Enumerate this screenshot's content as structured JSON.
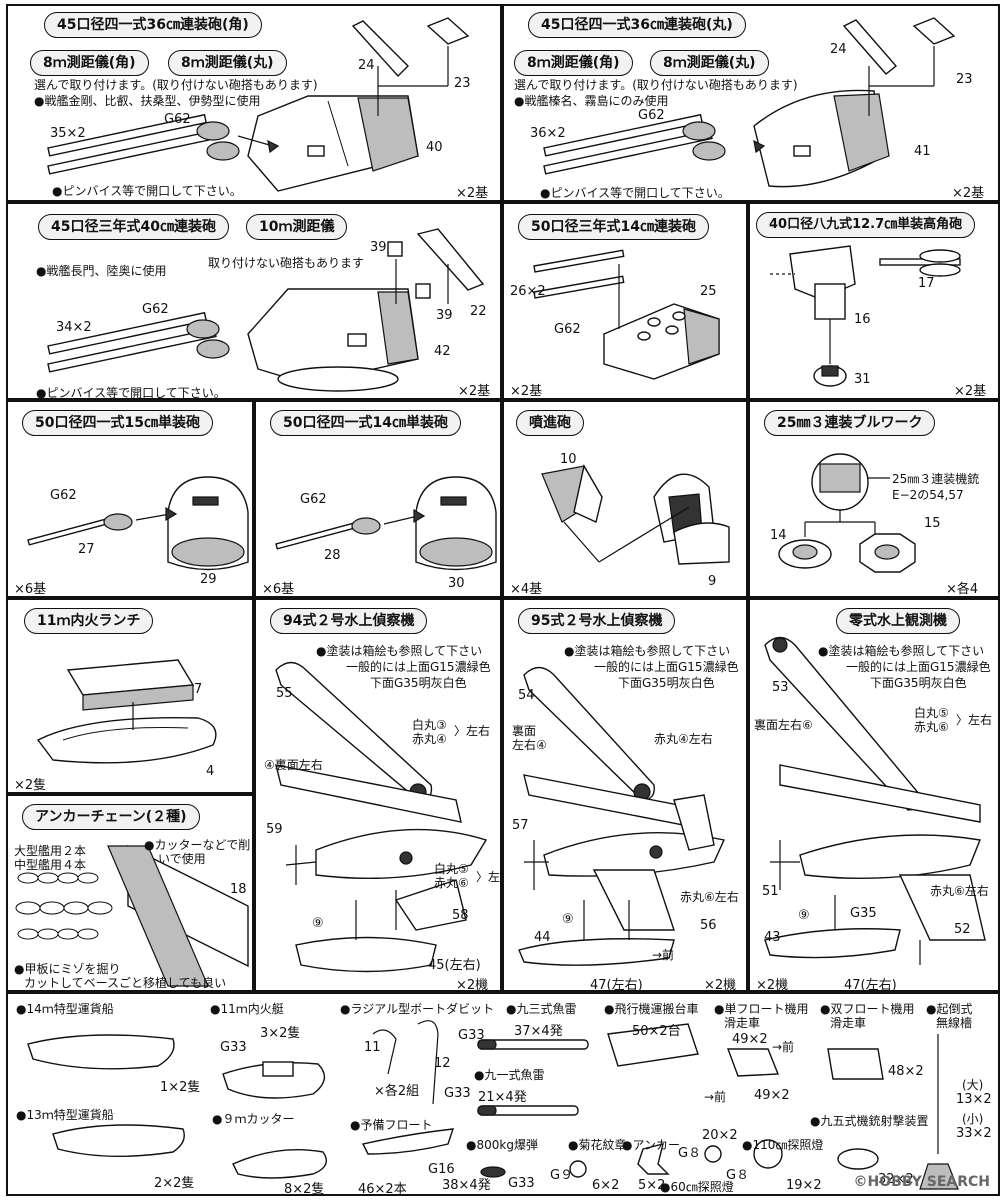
{
  "sections": {
    "s1": {
      "title": "45口径四一式36㎝連装砲(角)",
      "pill_a": "8ｍ測距儀(角)",
      "pill_b": "8ｍ測距儀(丸)",
      "note1": "選んで取り付けます。(取り付けない砲搭もあります)",
      "note2": "●戦艦金剛、比叡、扶桑型、伊勢型に使用",
      "n24": "24",
      "n23": "23",
      "g62": "G62",
      "n35": "35×2",
      "n40": "40",
      "pin": "●ピンバイス等で開口して下さい。",
      "qty": "×2基"
    },
    "s2": {
      "title": "45口径四一式36㎝連装砲(丸)",
      "pill_a": "8ｍ測距儀(角)",
      "pill_b": "8ｍ測距儀(丸)",
      "note1": "選んで取り付けます。(取り付けない砲搭もあります)",
      "note2": "●戦艦榛名、霧島にのみ使用",
      "n24": "24",
      "n23": "23",
      "g62": "G62",
      "n36": "36×2",
      "n41": "41",
      "pin": "●ピンバイス等で開口して下さい。",
      "qty": "×2基"
    },
    "s3": {
      "title": "45口径三年式40㎝連装砲",
      "pill_a": "10ｍ測距儀",
      "note1": "取り付けない砲搭もあります",
      "note2": "●戦艦長門、陸奥に使用",
      "n39a": "39",
      "n39b": "39",
      "n22": "22",
      "g62": "G62",
      "n34": "34×2",
      "n42": "42",
      "pin": "●ピンバイス等で開口して下さい。",
      "qty": "×2基"
    },
    "s4": {
      "title": "50口径三年式14㎝連装砲",
      "n26": "26×2",
      "n25": "25",
      "g62": "G62",
      "qty": "×2基"
    },
    "s5": {
      "title": "40口径八九式12.7㎝単装高角砲",
      "n17": "17",
      "n16": "16",
      "n31": "31",
      "qty": "×2基"
    },
    "s6": {
      "title": "50口径四一式15㎝単装砲",
      "g62": "G62",
      "n27": "27",
      "n29": "29",
      "qty": "×6基"
    },
    "s7": {
      "title": "50口径四一式14㎝単装砲",
      "g62": "G62",
      "n28": "28",
      "n30": "30",
      "qty": "×6基"
    },
    "s8": {
      "title": "噴進砲",
      "n10": "10",
      "n9": "9",
      "qty": "×4基"
    },
    "s9": {
      "title": "25㎜３連装ブルワーク",
      "ref1": "25㎜３連装機銃",
      "ref2": "E−2の54,57",
      "n14": "14",
      "n15": "15",
      "qty": "×各4"
    },
    "s10": {
      "title": "11ｍ内火ランチ",
      "n7": "7",
      "n4": "4",
      "qty": "×2隻"
    },
    "s11": {
      "title": "アンカーチェーン(２種)",
      "big": "大型艦用２本",
      "mid": "中型艦用４本",
      "cutter1": "●カッターなどで削",
      "cutter2": "いで使用",
      "n18": "18",
      "groove1": "●甲板にミゾを掘り",
      "groove2": "カットしてベースごと移植しても良い"
    },
    "s12": {
      "title": "94式２号水上偵察機",
      "paint1": "●塗装は箱絵も参照して下さい",
      "paint2": "一般的には上面G15濃緑色",
      "paint3": "下面G35明灰白色",
      "n55": "55",
      "shiro3": "白丸③",
      "aka4": "赤丸④",
      "lr1": "〉左右",
      "ura": "④裏面左右",
      "n59": "59",
      "shiro5": "白丸⑤",
      "aka6": "赤丸⑥",
      "lr2": "〉左右",
      "n58": "58",
      "n9c": "⑨",
      "n45": "45(左右)",
      "qty": "×2機"
    },
    "s13": {
      "title": "95式２号水上偵察機",
      "paint1": "●塗装は箱絵も参照して下さい",
      "paint2": "一般的には上面G15濃緑色",
      "paint3": "下面G35明灰白色",
      "n54": "54",
      "ura1": "裏面",
      "ura2": "左右④",
      "aka4": "赤丸④左右",
      "n57": "57",
      "aka6": "赤丸⑥左右",
      "n56": "56",
      "n9c": "⑨",
      "n44": "44",
      "n47": "47(左右)",
      "arrow": "→前",
      "qty": "×2機"
    },
    "s14": {
      "title": "零式水上観測機",
      "paint1": "●塗装は箱絵も参照して下さい",
      "paint2": "一般的には上面G15濃緑色",
      "paint3": "下面G35明灰白色",
      "n53": "53",
      "ura": "裏面左右⑥",
      "shiro5": "白丸⑤",
      "aka6": "赤丸⑥",
      "lr": "〉左右",
      "n51": "51",
      "aka6b": "赤丸⑥左右",
      "n9c": "⑨",
      "g35": "G35",
      "n43": "43",
      "n52": "52",
      "n47": "47(左右)",
      "qty": "×2機"
    },
    "bottom": {
      "b14": "●14ｍ特型運貨船",
      "b14q": "1×2隻",
      "b13": "●13ｍ特型運貨船",
      "b13q": "2×2隻",
      "b11": "●11ｍ内火艇",
      "b11q": "3×2隻",
      "g33a": "G33",
      "b9": "●９ｍカッター",
      "b9q": "8×2隻",
      "davit": "●ラジアル型ボートダビット",
      "n11": "11",
      "n12": "12",
      "davitq": "×各2組",
      "float": "●予備フロート",
      "floatq": "46×2本",
      "g16": "G16",
      "t93": "●九三式魚雷",
      "t93q": "37×4発",
      "g33b": "G33",
      "t91": "●九一式魚雷",
      "t91q": "21×4発",
      "g33c": "G33",
      "bomb": "●800kg爆弾",
      "bombq": "38×4発",
      "g33d": "G33",
      "cart": "●飛行機運搬台車",
      "cartq": "50×2台",
      "front1": "→前",
      "single1": "●単フロート機用",
      "single2": "滑走車",
      "singleq1": "49×2",
      "front2": "→前",
      "singleq2": "49×2",
      "double1": "●双フロート機用",
      "double2": "滑走車",
      "doubleq": "48×2",
      "antenna1": "●起倒式",
      "antenna2": "無線檣",
      "big": "(大)",
      "bigq": "13×2",
      "small": "(小)",
      "smallq": "33×2",
      "director": "●九五式機銃射撃装置",
      "directorq": "32×2",
      "crest": "●菊花紋章",
      "crestq": "6×2",
      "g9": "G９",
      "anchor": "●アンカー",
      "anchorq": "5×2",
      "search110": "●110㎝探照燈",
      "q20": "20×2",
      "g8a": "G８",
      "g8b": "G８",
      "q19": "19×2",
      "search60": "●60㎝探照燈"
    },
    "watermark": "©HOBBY SEARCH"
  }
}
